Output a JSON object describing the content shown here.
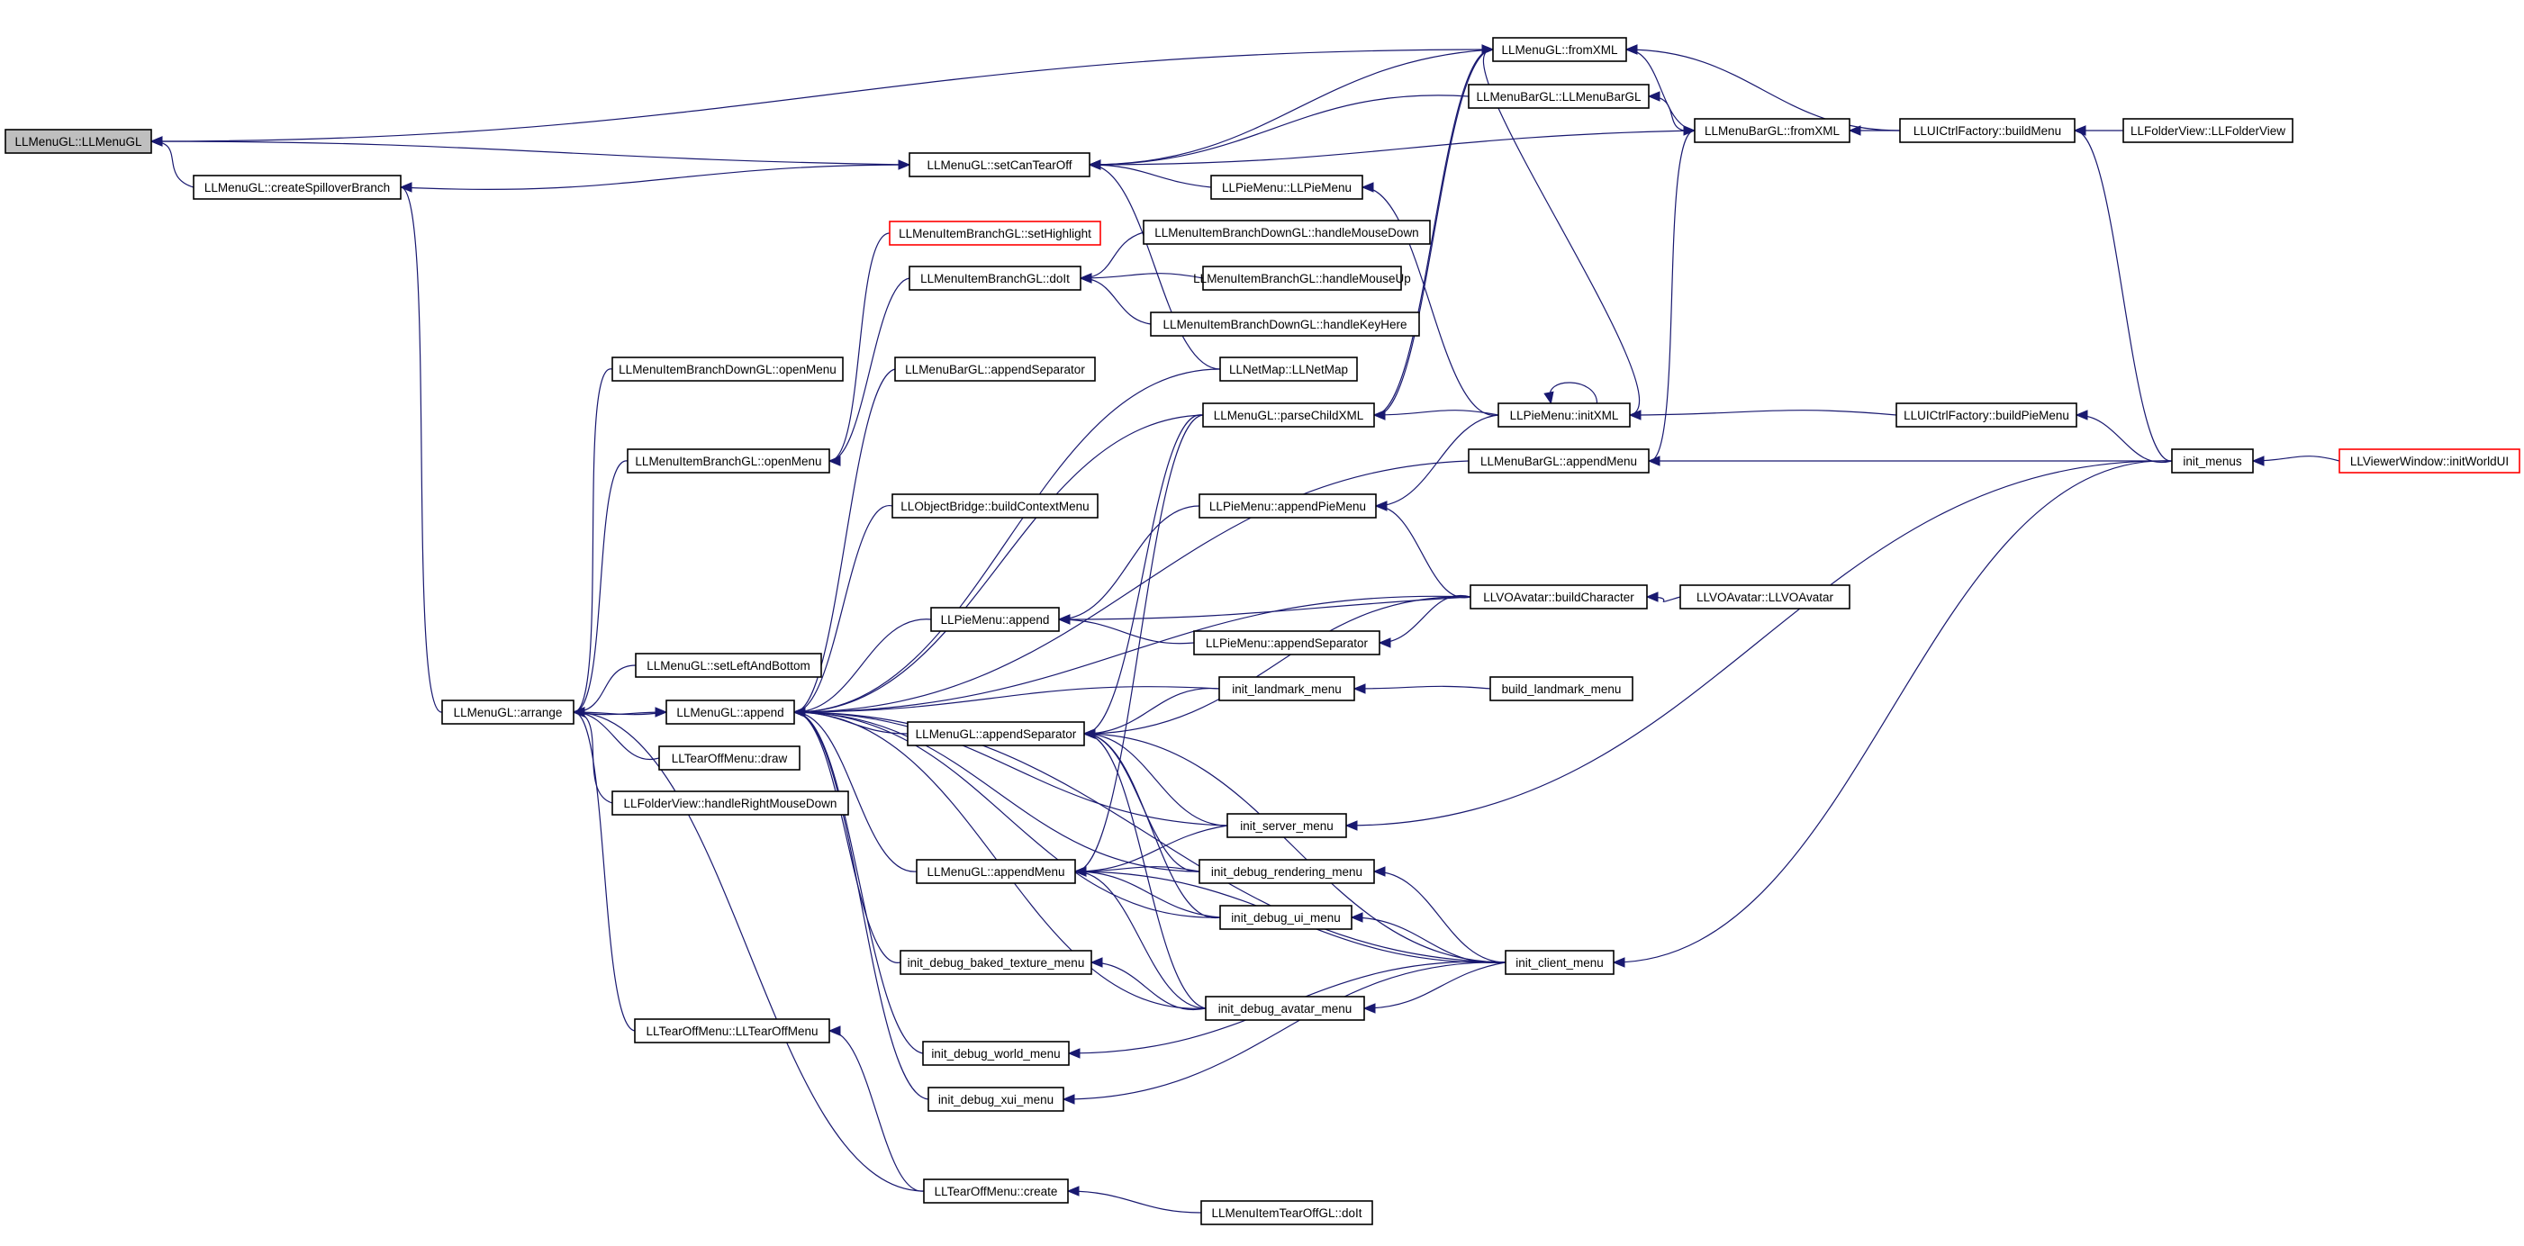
{
  "colors": {
    "edge": "#191970",
    "root_fill": "#bfbfbf",
    "highlight_border": "#ff0000"
  },
  "nodes": {
    "n0": "LLMenuGL::LLMenuGL",
    "n1": "LLMenuGL::createSpilloverBranch",
    "n2": "LLMenuGL::arrange",
    "n3": "LLMenuItemBranchDownGL::openMenu",
    "n4": "LLMenuItemBranchGL::openMenu",
    "n5": "LLMenuGL::setLeftAndBottom",
    "n6": "LLMenuGL::append",
    "n7": "LLTearOffMenu::draw",
    "n8": "LLFolderView::handleRightMouseDown",
    "n9": "LLTearOffMenu::LLTearOffMenu",
    "n10": "LLMenuGL::setCanTearOff",
    "n11": "LLMenuItemBranchGL::setHighlight",
    "n12": "LLMenuItemBranchGL::doIt",
    "n13": "LLMenuBarGL::appendSeparator",
    "n14": "LLObjectBridge::buildContextMenu",
    "n15": "LLPieMenu::append",
    "n16": "LLMenuGL::appendSeparator",
    "n17": "LLMenuGL::appendMenu",
    "n18": "init_debug_baked_texture_menu",
    "n19": "init_debug_world_menu",
    "n20": "init_debug_xui_menu",
    "n21": "LLTearOffMenu::create",
    "n22": "LLMenuGL::fromXML",
    "n23": "LLMenuBarGL::LLMenuBarGL",
    "n24": "LLPieMenu::LLPieMenu",
    "n25": "LLMenuItemBranchDownGL::handleMouseDown",
    "n26": "LLMenuItemBranchGL::handleMouseUp",
    "n27": "LLMenuItemBranchDownGL::handleKeyHere",
    "n28": "LLNetMap::LLNetMap",
    "n29": "LLMenuGL::parseChildXML",
    "n30": "LLMenuBarGL::appendMenu",
    "n31": "LLPieMenu::appendPieMenu",
    "n32": "LLPieMenu::appendSeparator",
    "n33": "init_landmark_menu",
    "n34": "init_server_menu",
    "n35": "init_debug_rendering_menu",
    "n36": "init_debug_ui_menu",
    "n37": "init_debug_avatar_menu",
    "n38": "LLMenuItemTearOffGL::doIt",
    "n39": "LLPieMenu::initXML",
    "n40": "LLMenuBarGL::fromXML",
    "n41": "LLVOAvatar::buildCharacter",
    "n42": "build_landmark_menu",
    "n43": "init_client_menu",
    "n44": "LLUICtrlFactory::buildMenu",
    "n45": "LLUICtrlFactory::buildPieMenu",
    "n46": "LLVOAvatar::LLVOAvatar",
    "n47": "LLFolderView::LLFolderView",
    "n48": "init_menus",
    "n49": "LLViewerWindow::initWorldUI"
  }
}
